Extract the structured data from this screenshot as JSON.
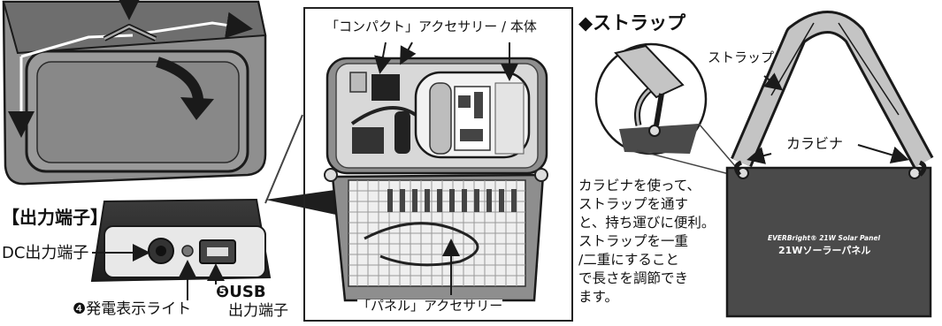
{
  "output_section": {
    "title": "【出力端子】",
    "dc_label": "DC出力端子",
    "power_indicator_label": "❹発電表示ライト",
    "usb_label_line1": "❺USB",
    "usb_label_line2": "出力端子"
  },
  "case_view": {
    "compact_accessory_label": "「コンパクト」アクセサリー / 本体",
    "panel_accessory_label": "「パネル」アクセサリー"
  },
  "strap_section": {
    "title": "◆ストラップ",
    "strap_label": "ストラップ",
    "carabiner_label": "カラビナ",
    "description_lines": [
      "カラビナを使って、",
      "ストラップを通す",
      "と、持ち運びに便利。",
      "ストラップを一重",
      "/二重にすること",
      "で長さを調節でき",
      "ます。"
    ],
    "panel_brand": "EVERBright® 21W Solar Panel",
    "panel_name": "21Wソーラーパネル"
  },
  "colors": {
    "line": "#1a1a1a",
    "case_gray": "#8a8a8a",
    "case_dark": "#555555",
    "panel_dark": "#4a4a4a",
    "strap_light": "#c4c4c4",
    "port_white": "#e8e8e8"
  }
}
